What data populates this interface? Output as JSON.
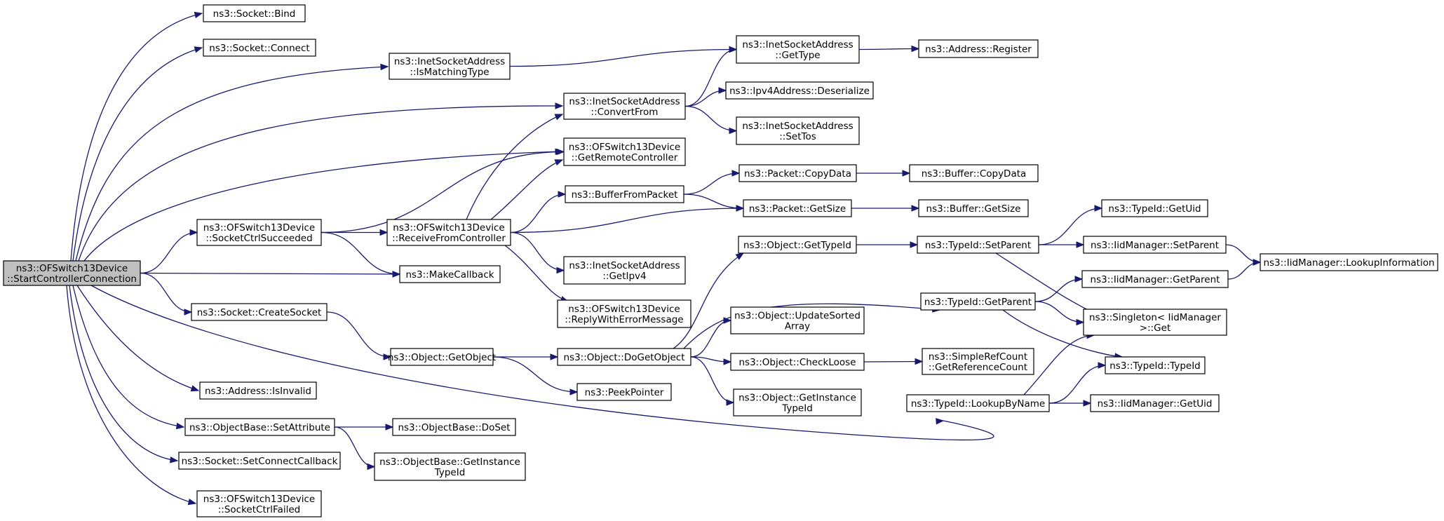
{
  "graph": {
    "edge_color": "#191970",
    "root_fill": "#bfbfbf",
    "nodes": [
      {
        "id": "root",
        "lines": [
          "ns3::OFSwitch13Device",
          "::StartControllerConnection"
        ]
      },
      {
        "id": "bind",
        "lines": [
          "ns3::Socket::Bind"
        ]
      },
      {
        "id": "connect",
        "lines": [
          "ns3::Socket::Connect"
        ]
      },
      {
        "id": "ismatching",
        "lines": [
          "ns3::InetSocketAddress",
          "::IsMatchingType"
        ]
      },
      {
        "id": "convertfrom",
        "lines": [
          "ns3::InetSocketAddress",
          "::ConvertFrom"
        ]
      },
      {
        "id": "getremote",
        "lines": [
          "ns3::OFSwitch13Device",
          "::GetRemoteController"
        ]
      },
      {
        "id": "succeeded",
        "lines": [
          "ns3::OFSwitch13Device",
          "::SocketCtrlSucceeded"
        ]
      },
      {
        "id": "makecallback",
        "lines": [
          "ns3::MakeCallback"
        ]
      },
      {
        "id": "createsocket",
        "lines": [
          "ns3::Socket::CreateSocket"
        ]
      },
      {
        "id": "isinvalid",
        "lines": [
          "ns3::Address::IsInvalid"
        ]
      },
      {
        "id": "setattribute",
        "lines": [
          "ns3::ObjectBase::SetAttribute"
        ]
      },
      {
        "id": "setconnectcb",
        "lines": [
          "ns3::Socket::SetConnectCallback"
        ]
      },
      {
        "id": "failed",
        "lines": [
          "ns3::OFSwitch13Device",
          "::SocketCtrlFailed"
        ]
      },
      {
        "id": "receive",
        "lines": [
          "ns3::OFSwitch13Device",
          "::ReceiveFromController"
        ]
      },
      {
        "id": "getobject",
        "lines": [
          "ns3::Object::GetObject"
        ]
      },
      {
        "id": "dost",
        "lines": [
          "ns3::ObjectBase::DoSet"
        ]
      },
      {
        "id": "obgetinst",
        "lines": [
          "ns3::ObjectBase::GetInstance",
          "TypeId"
        ]
      },
      {
        "id": "ingettype",
        "lines": [
          "ns3::InetSocketAddress",
          "::GetType"
        ]
      },
      {
        "id": "ipv4deser",
        "lines": [
          "ns3::Ipv4Address::Deserialize"
        ]
      },
      {
        "id": "settos",
        "lines": [
          "ns3::InetSocketAddress",
          "::SetTos"
        ]
      },
      {
        "id": "bufferfrompacket",
        "lines": [
          "ns3::BufferFromPacket"
        ]
      },
      {
        "id": "getipv4",
        "lines": [
          "ns3::InetSocketAddress",
          "::GetIpv4"
        ]
      },
      {
        "id": "replyerr",
        "lines": [
          "ns3::OFSwitch13Device",
          "::ReplyWithErrorMessage"
        ]
      },
      {
        "id": "dogetobject",
        "lines": [
          "ns3::Object::DoGetObject"
        ]
      },
      {
        "id": "peekpointer",
        "lines": [
          "ns3::PeekPointer"
        ]
      },
      {
        "id": "register",
        "lines": [
          "ns3::Address::Register"
        ]
      },
      {
        "id": "pktcopydata",
        "lines": [
          "ns3::Packet::CopyData"
        ]
      },
      {
        "id": "pktgetsize",
        "lines": [
          "ns3::Packet::GetSize"
        ]
      },
      {
        "id": "gettypeid",
        "lines": [
          "ns3::Object::GetTypeId"
        ]
      },
      {
        "id": "updatesorted",
        "lines": [
          "ns3::Object::UpdateSorted",
          "Array"
        ]
      },
      {
        "id": "checkloose",
        "lines": [
          "ns3::Object::CheckLoose"
        ]
      },
      {
        "id": "objgetinst",
        "lines": [
          "ns3::Object::GetInstance",
          "TypeId"
        ]
      },
      {
        "id": "bufcopydata",
        "lines": [
          "ns3::Buffer::CopyData"
        ]
      },
      {
        "id": "bufgetsize",
        "lines": [
          "ns3::Buffer::GetSize"
        ]
      },
      {
        "id": "tidsetparent",
        "lines": [
          "ns3::TypeId::SetParent"
        ]
      },
      {
        "id": "tidgetparent",
        "lines": [
          "ns3::TypeId::GetParent"
        ]
      },
      {
        "id": "simpleref",
        "lines": [
          "ns3::SimpleRefCount",
          "::GetReferenceCount"
        ]
      },
      {
        "id": "lookupbyname",
        "lines": [
          "ns3::TypeId::LookupByName"
        ]
      },
      {
        "id": "tidgetuid",
        "lines": [
          "ns3::TypeId::GetUid"
        ]
      },
      {
        "id": "iidsetparent",
        "lines": [
          "ns3::IidManager::SetParent"
        ]
      },
      {
        "id": "iidgetparent",
        "lines": [
          "ns3::IidManager::GetParent"
        ]
      },
      {
        "id": "singleton",
        "lines": [
          "ns3::Singleton< IidManager",
          " >::Get"
        ]
      },
      {
        "id": "tidtypeid",
        "lines": [
          "ns3::TypeId::TypeId"
        ]
      },
      {
        "id": "iidgetuid",
        "lines": [
          "ns3::IidManager::GetUid"
        ]
      },
      {
        "id": "lookupinfo",
        "lines": [
          "ns3::IidManager::LookupInformation"
        ]
      }
    ],
    "edges": [
      [
        "root",
        "bind"
      ],
      [
        "root",
        "connect"
      ],
      [
        "root",
        "ismatching"
      ],
      [
        "root",
        "convertfrom"
      ],
      [
        "root",
        "getremote"
      ],
      [
        "root",
        "succeeded"
      ],
      [
        "root",
        "makecallback"
      ],
      [
        "root",
        "createsocket"
      ],
      [
        "root",
        "isinvalid"
      ],
      [
        "root",
        "setattribute"
      ],
      [
        "root",
        "setconnectcb"
      ],
      [
        "root",
        "failed"
      ],
      [
        "root",
        "lookupbyname"
      ],
      [
        "ismatching",
        "ingettype"
      ],
      [
        "convertfrom",
        "ingettype"
      ],
      [
        "convertfrom",
        "ipv4deser"
      ],
      [
        "convertfrom",
        "settos"
      ],
      [
        "ingettype",
        "register"
      ],
      [
        "succeeded",
        "getremote"
      ],
      [
        "succeeded",
        "receive"
      ],
      [
        "succeeded",
        "makecallback"
      ],
      [
        "receive",
        "convertfrom"
      ],
      [
        "receive",
        "getremote"
      ],
      [
        "receive",
        "bufferfrompacket"
      ],
      [
        "receive",
        "pktgetsize"
      ],
      [
        "receive",
        "getipv4"
      ],
      [
        "receive",
        "replyerr"
      ],
      [
        "bufferfrompacket",
        "pktcopydata"
      ],
      [
        "bufferfrompacket",
        "pktgetsize"
      ],
      [
        "pktcopydata",
        "bufcopydata"
      ],
      [
        "pktgetsize",
        "bufgetsize"
      ],
      [
        "createsocket",
        "getobject"
      ],
      [
        "getobject",
        "dogetobject"
      ],
      [
        "getobject",
        "peekpointer"
      ],
      [
        "dogetobject",
        "gettypeid"
      ],
      [
        "dogetobject",
        "tidgetparent"
      ],
      [
        "dogetobject",
        "updatesorted"
      ],
      [
        "dogetobject",
        "checkloose"
      ],
      [
        "dogetobject",
        "objgetinst"
      ],
      [
        "checkloose",
        "simpleref"
      ],
      [
        "gettypeid",
        "tidsetparent"
      ],
      [
        "tidsetparent",
        "tidgetuid"
      ],
      [
        "tidsetparent",
        "iidsetparent"
      ],
      [
        "tidsetparent",
        "singleton"
      ],
      [
        "iidsetparent",
        "lookupinfo"
      ],
      [
        "iidgetparent",
        "lookupinfo"
      ],
      [
        "tidgetparent",
        "iidgetparent"
      ],
      [
        "tidgetparent",
        "singleton"
      ],
      [
        "tidgetparent",
        "tidtypeid"
      ],
      [
        "lookupbyname",
        "singleton"
      ],
      [
        "lookupbyname",
        "tidtypeid"
      ],
      [
        "lookupbyname",
        "iidgetuid"
      ],
      [
        "setattribute",
        "dost"
      ],
      [
        "setattribute",
        "obgetinst"
      ]
    ]
  }
}
